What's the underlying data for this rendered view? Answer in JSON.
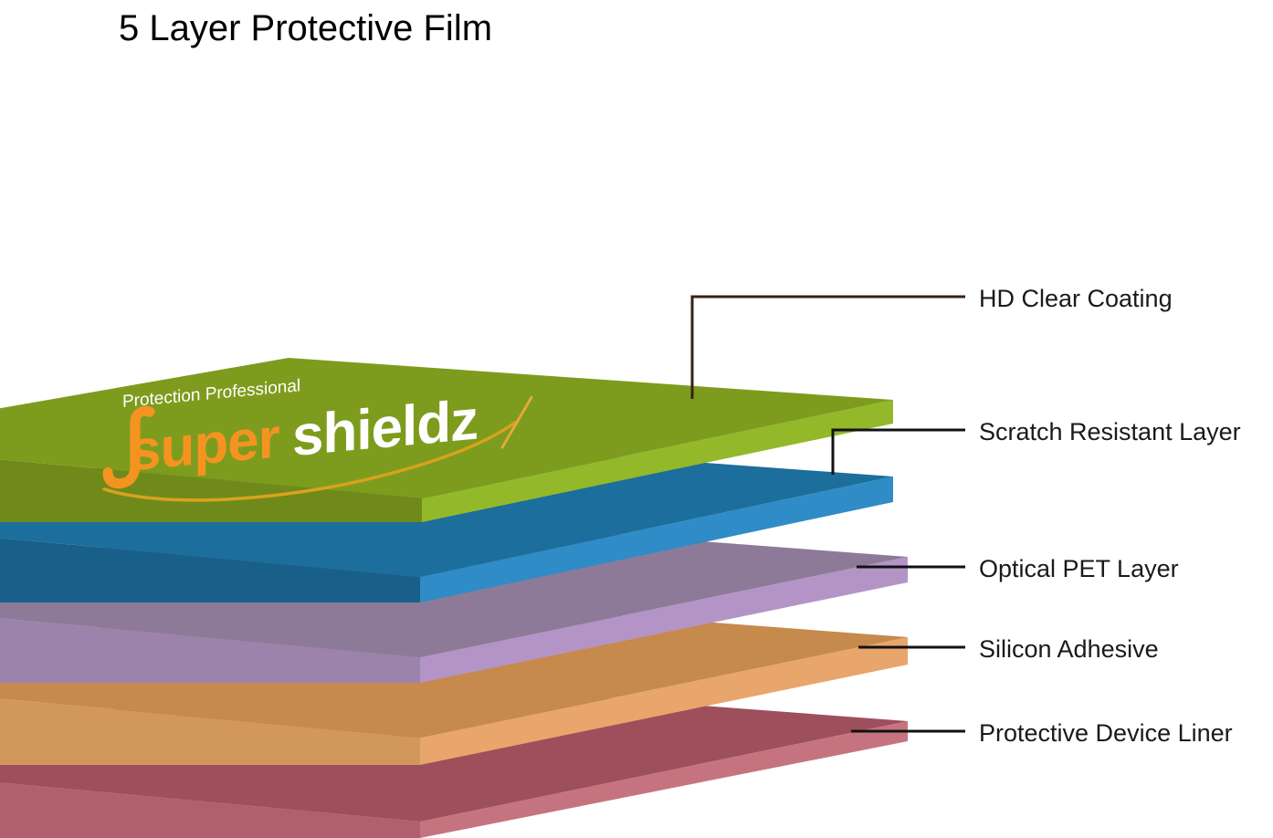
{
  "title": "5 Layer Protective Film",
  "brand": {
    "tagline": "Protection Professional",
    "name_part1": "super",
    "name_part2": "shieldz",
    "color_orange": "#f59321",
    "color_white": "#ffffff"
  },
  "diagram": {
    "type": "exploded-layer-stack",
    "layer_count": 5,
    "background": "#ffffff",
    "layers": [
      {
        "index": 1,
        "label": "HD Clear Coating",
        "top_color": "#7d9c1e",
        "edge_color": "#93b82a",
        "side_color": "#6f8a1a",
        "leader_style": "elbow",
        "leader_color": "#3b2016"
      },
      {
        "index": 2,
        "label": "Scratch Resistant Layer",
        "top_color": "#1c6e9c",
        "edge_color": "#2f8cc6",
        "side_color": "#18608a",
        "leader_style": "elbow",
        "leader_color": "#111111"
      },
      {
        "index": 3,
        "label": "Optical PET Layer",
        "top_color": "#8d7a99",
        "edge_color": "#b494c6",
        "side_color": "#9b83ab",
        "leader_style": "straight",
        "leader_color": "#111111"
      },
      {
        "index": 4,
        "label": "Silicon Adhesive",
        "top_color": "#c68a4c",
        "edge_color": "#e8a56c",
        "side_color": "#d2975a",
        "leader_style": "straight",
        "leader_color": "#111111"
      },
      {
        "index": 5,
        "label": "Protective Device Liner",
        "top_color": "#9d4f5c",
        "edge_color": "#c67380",
        "side_color": "#b05f6c",
        "leader_style": "straight",
        "leader_color": "#111111"
      }
    ]
  }
}
